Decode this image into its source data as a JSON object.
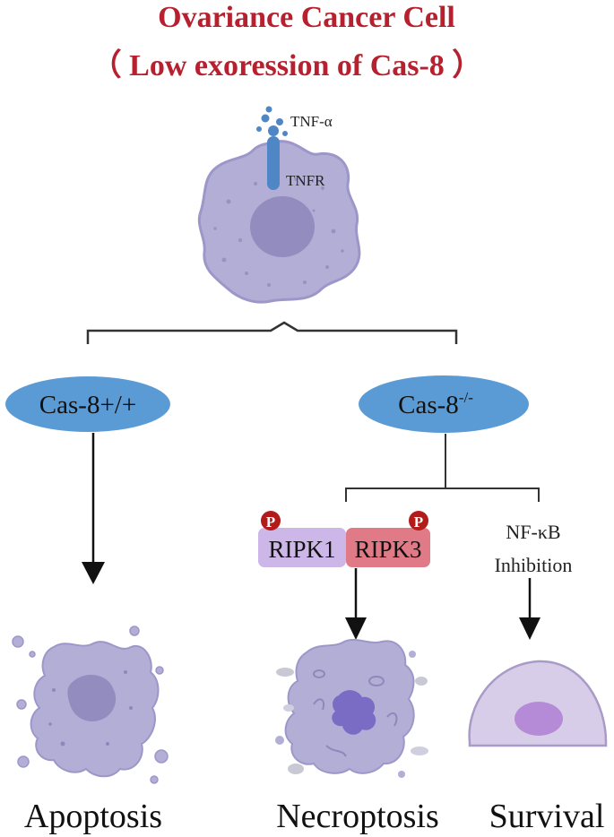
{
  "title": {
    "line1": "Ovariance Cancer Cell",
    "line2": "（ Low exoression of Cas-8 ）"
  },
  "receptor": {
    "ligand_label": "TNF-α",
    "receptor_label": "TNFR"
  },
  "branches": {
    "left": {
      "label": "Cas-8+/+"
    },
    "right": {
      "label_base": "Cas-8",
      "label_sup": "-/-"
    }
  },
  "complex": {
    "left_label": "RIPK1",
    "right_label": "RIPK3",
    "phospho_mark": "P"
  },
  "nfkb": {
    "line1": "NF-κB",
    "line2": "Inhibition"
  },
  "outcomes": {
    "apoptosis": "Apoptosis",
    "necroptosis": "Necroptosis",
    "survival": "Survival"
  },
  "colors": {
    "title": "#b7202e",
    "cell_fill": "#b3aed6",
    "cell_stroke": "#9d97c9",
    "nucleus": "#938cbf",
    "receptor": "#4f86c6",
    "ellipse": "#5b9bd5",
    "ripk1": "#cdb7e8",
    "ripk3": "#df7a86",
    "phospho": "#b31b1b",
    "line": "#333333"
  }
}
